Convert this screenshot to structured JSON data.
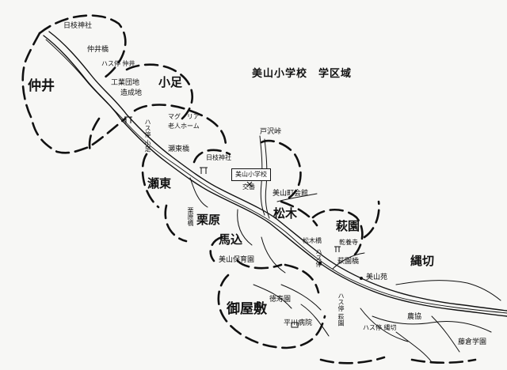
{
  "title": "美山小学校　学区域",
  "school_box": "美山小学校",
  "districts": [
    "仲井",
    "小足",
    "瀬東",
    "栗原",
    "馬込",
    "松木",
    "萩園",
    "縄切",
    "御屋敷"
  ],
  "places": [
    "日枝神社",
    "仲井橋",
    "ハス停 仲井",
    "工業団地",
    "造成地",
    "マグノリア",
    "老人ホーム",
    "ハス停 小足",
    "瀬東橋",
    "日枝神社",
    "戸沢峠",
    "交番",
    "美山町会館",
    "栗原橋",
    "美山保育園",
    "松木橋",
    "乾養寺",
    "萩園橋",
    "美山苑",
    "ハス停",
    "徳寿園",
    "平川病院",
    "ハス停 萩園",
    "ハス停 縄切",
    "農協",
    "藤倉学園"
  ],
  "colors": {
    "ink": "#111111",
    "paper": "#f7f7f5"
  }
}
